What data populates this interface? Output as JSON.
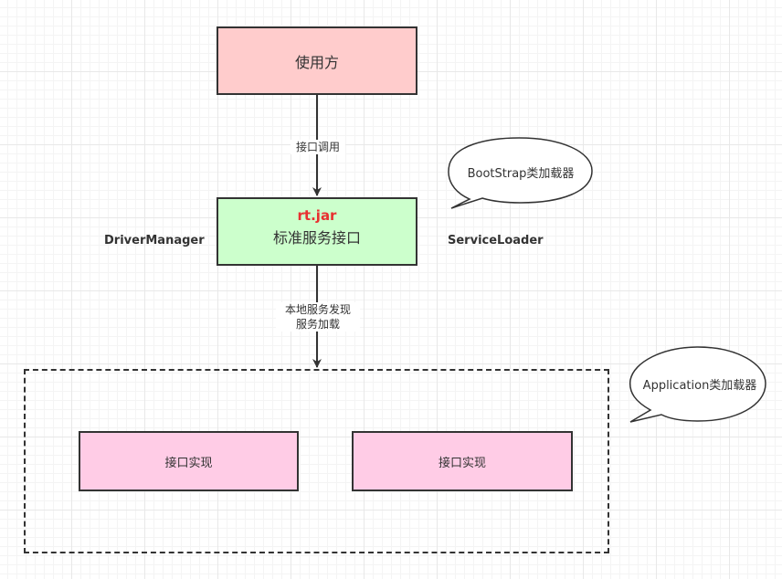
{
  "nodes": {
    "user": "使用方",
    "service_jar": "rt.jar",
    "service_main": "标准服务接口",
    "impl_left": "接口实现",
    "impl_right": "接口实现"
  },
  "edges": {
    "call_label": "接口调用",
    "discover_line1": "本地服务发现",
    "discover_line2": "服务加载"
  },
  "side_labels": {
    "left": "DriverManager",
    "right": "ServiceLoader"
  },
  "callouts": {
    "bootstrap": "BootStrap类加载器",
    "application": "Application类加载器"
  },
  "colors": {
    "user_fill": "#ffcccc",
    "service_fill": "#ccffcc",
    "impl_fill": "#ffcce6",
    "jar_text": "#e83030",
    "stroke": "#333333"
  }
}
